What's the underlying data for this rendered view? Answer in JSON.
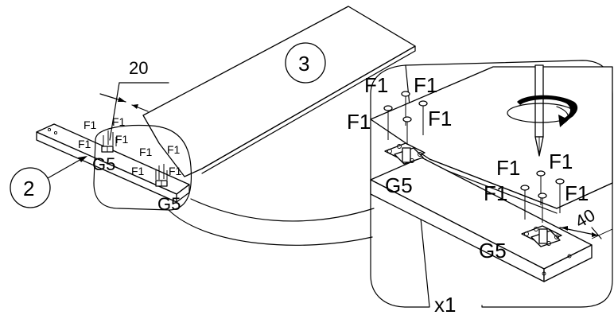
{
  "parts": {
    "part_2": "2",
    "part_3": "3"
  },
  "dimensions": {
    "left_gap": "20",
    "right_gap": "40"
  },
  "fittings": {
    "hinge": "G5",
    "screw": "F1"
  },
  "quantity": "x1"
}
